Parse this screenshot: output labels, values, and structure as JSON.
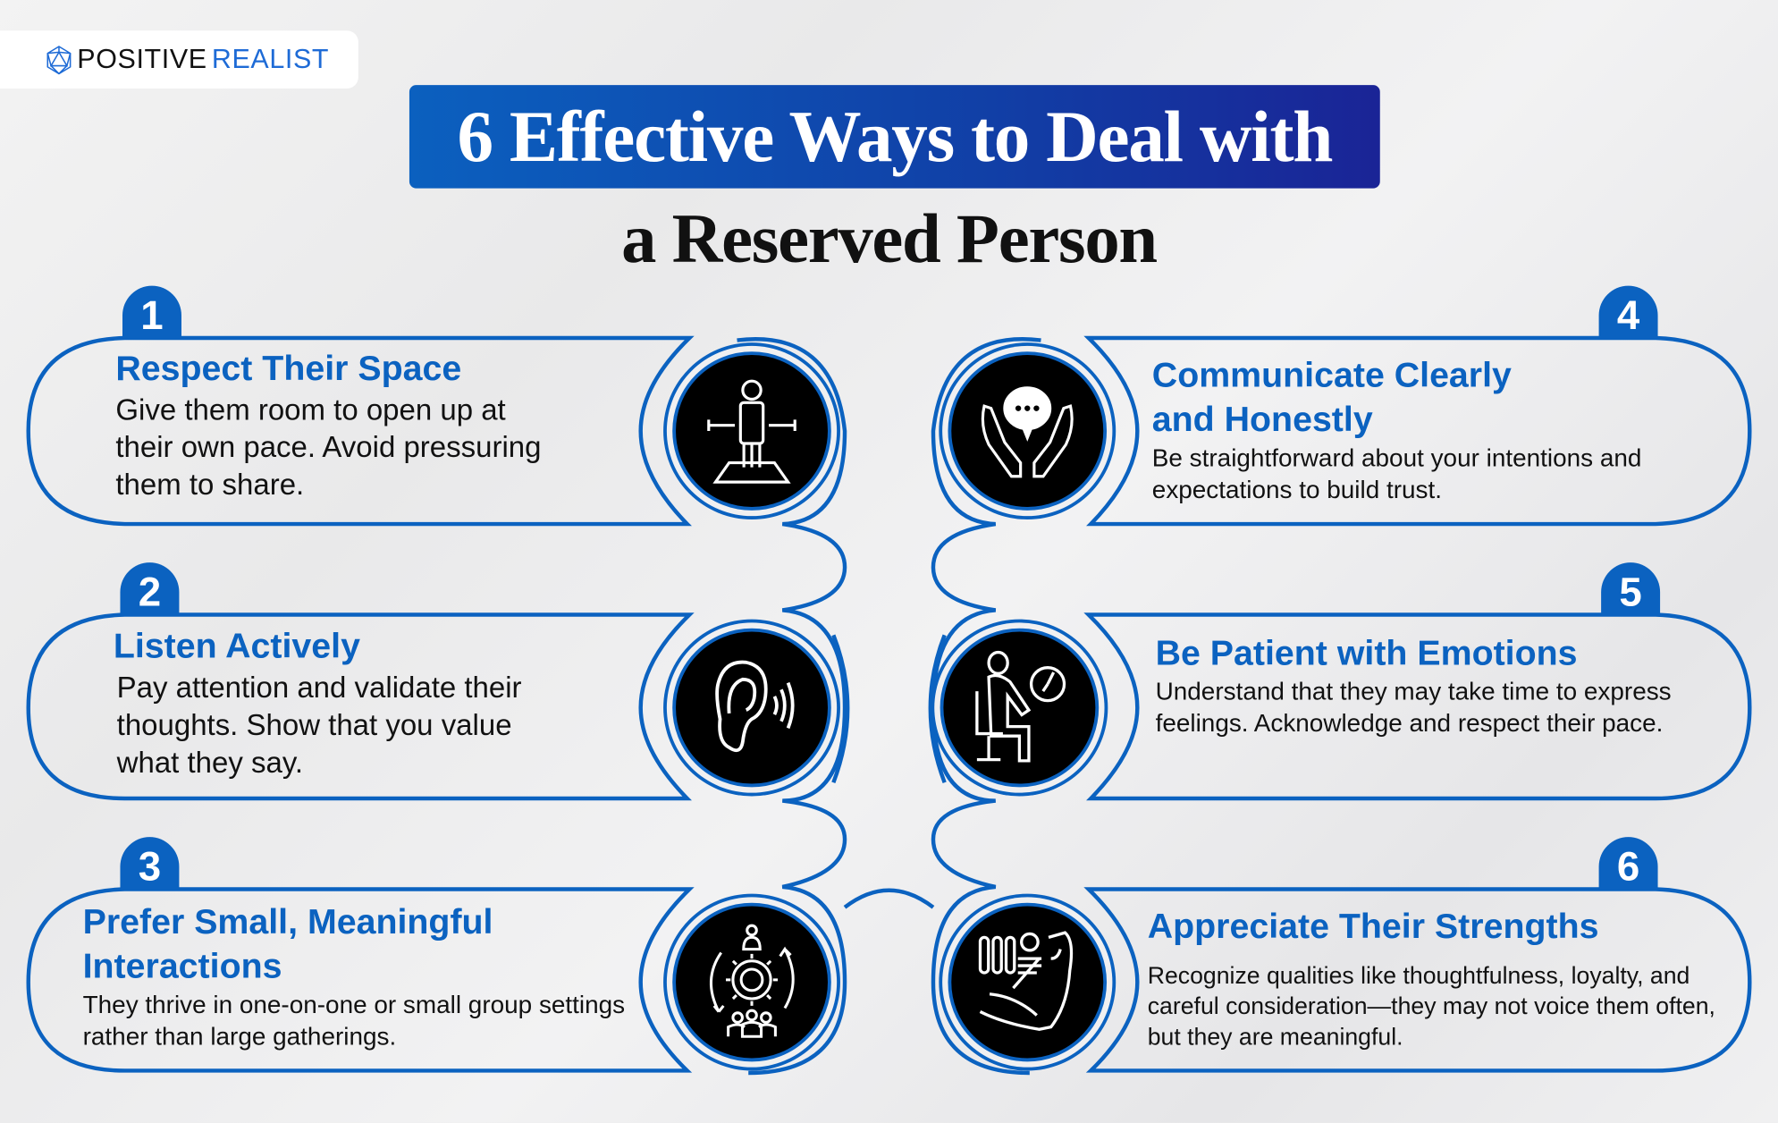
{
  "logo": {
    "part1": "POSITIVE",
    "part2": "REALIST",
    "icon": "icosahedron-icon"
  },
  "header": {
    "title_line1": "6 Effective Ways to Deal with",
    "title_line2": "a Reserved Person"
  },
  "colors": {
    "accent": "#0b62c0",
    "banner_start": "#0b60bf",
    "banner_end": "#1a2496",
    "text": "#111111",
    "icon_bg": "#000000"
  },
  "ways": [
    {
      "number": "1",
      "title": "Respect Their Space",
      "body": "Give them room to open up at their own pace. Avoid pressuring them to share.",
      "icon": "personal-space-icon"
    },
    {
      "number": "2",
      "title": "Listen Actively",
      "body": "Pay attention and validate their thoughts. Show that you value what they say.",
      "icon": "ear-listening-icon"
    },
    {
      "number": "3",
      "title": "Prefer Small, Meaningful Interactions",
      "body": "They thrive in one-on-one or small group settings rather than large gatherings.",
      "icon": "group-gear-icon"
    },
    {
      "number": "4",
      "title": "Communicate Clearly and Honestly",
      "body": "Be straightforward about your intentions and expectations to build trust.",
      "icon": "hands-speech-bubble-icon"
    },
    {
      "number": "5",
      "title": "Be Patient with Emotions",
      "body": "Understand that they may take time to express feelings. Acknowledge and respect their pace.",
      "icon": "waiting-person-clock-icon"
    },
    {
      "number": "6",
      "title": "Appreciate Their Strengths",
      "body": "Recognize qualities like thoughtfulness, loyalty, and careful consideration—they may not voice them often, but they are meaningful.",
      "icon": "strong-arm-icon"
    }
  ]
}
